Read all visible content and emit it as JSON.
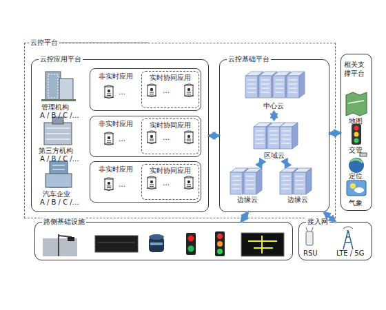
{
  "diagram": {
    "nodes": [
      {
        "text": [
          "云控平台"
        ]
      },
      {
        "text": [
          "云控应用平台"
        ],
        "in": 0
      },
      {
        "text": [
          "非实时应用"
        ],
        "in": 1
      },
      {
        "text": [
          "实时协同应用"
        ],
        "in": 2
      },
      {
        "text": [
          "非实时应用"
        ],
        "in": 1
      },
      {
        "text": [
          "实时协同应用"
        ],
        "in": 4
      },
      {
        "text": [
          "非实时应用"
        ],
        "in": 1
      },
      {
        "text": [
          "实时协同应用"
        ],
        "in": 6
      },
      {
        "text": [
          "云控基础平台"
        ],
        "in": 0
      },
      {
        "text": [
          "中心云"
        ],
        "in": 8
      },
      {
        "text": [
          "区域云"
        ],
        "in": 8
      },
      {
        "text": [
          "边缘云"
        ],
        "in": 8
      },
      {
        "text": [
          "边缘云"
        ],
        "in": 8
      },
      {
        "text": [
          "相关支撑平台"
        ]
      },
      {
        "text": [
          "路侧基础设施"
        ]
      },
      {
        "text": [
          "接入网"
        ]
      }
    ],
    "edges": [
      {
        "from": 1,
        "to": 8,
        "arrow": "both"
      },
      {
        "from": 9,
        "to": 10,
        "arrow": "both"
      },
      {
        "from": 10,
        "to": 11,
        "arrow": "both"
      },
      {
        "from": 10,
        "to": 12,
        "arrow": "both"
      },
      {
        "from": 8,
        "to": 13,
        "arrow": "both"
      },
      {
        "from": 8,
        "to": 14,
        "arrow": "both"
      },
      {
        "from": 8,
        "to": 15,
        "arrow": "both"
      }
    ],
    "labels": [
      "管理机构",
      "A / B / C /…",
      "…",
      "…",
      "第三方机构",
      "A / B / C /…",
      "…",
      "…",
      "汽车企业",
      "A / B / C /…",
      "…",
      "…",
      "地图",
      "交管",
      "定位",
      "气象",
      "RSU",
      "LTE / 5G"
    ]
  }
}
